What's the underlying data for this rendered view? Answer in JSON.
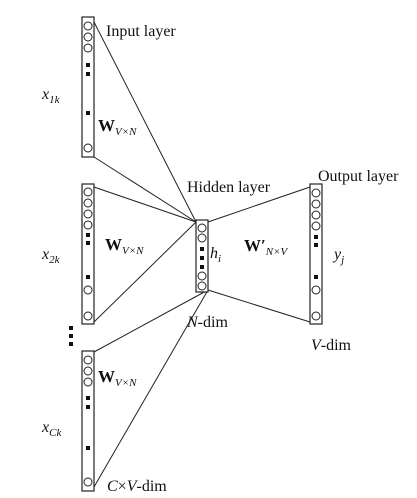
{
  "labels": {
    "input_layer": "Input layer",
    "hidden_layer": "Hidden layer",
    "output_layer": "Output layer",
    "x1k": {
      "base": "x",
      "sub": "1k"
    },
    "x2k": {
      "base": "x",
      "sub": "2k"
    },
    "xck": {
      "base": "x",
      "sub": "Ck"
    },
    "w1": {
      "base": "W",
      "sub": "V×N"
    },
    "w2": {
      "base": "W",
      "sub": "V×N"
    },
    "w3": {
      "base": "W",
      "sub": "V×N"
    },
    "wprime": {
      "base": "W′",
      "sub": "N×V"
    },
    "hi": {
      "base": "h",
      "sub": "i"
    },
    "yj": {
      "base": "y",
      "sub": "j"
    },
    "n_dim": {
      "italic": "N",
      "rest": "-dim"
    },
    "v_dim": {
      "italic": "V",
      "rest": "-dim"
    },
    "cv_dim": {
      "italic1": "C",
      "times": "×",
      "italic2": "V",
      "rest": "-dim"
    }
  }
}
